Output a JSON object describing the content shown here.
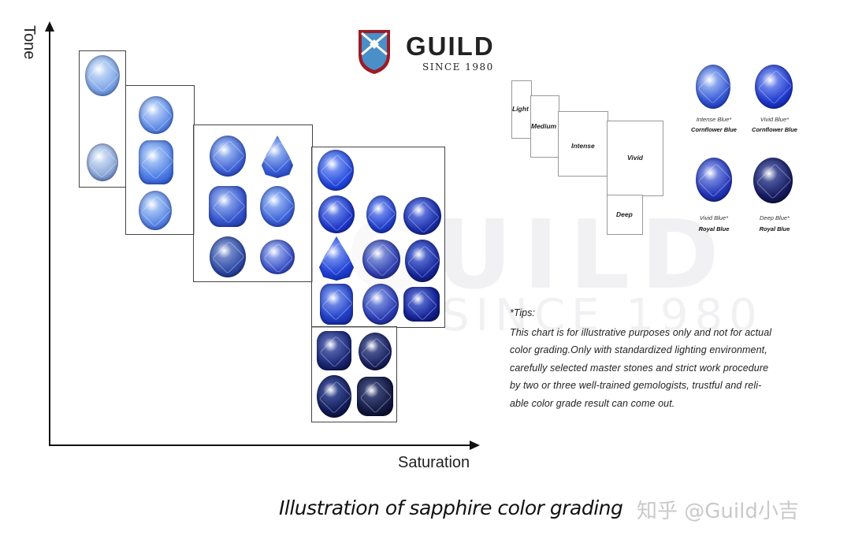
{
  "watermark": {
    "word": "GUILD",
    "since": "SINCE 1980"
  },
  "logo": {
    "name": "GUILD",
    "since": "SINCE 1980"
  },
  "axes": {
    "y_label": "Tone",
    "x_label": "Saturation"
  },
  "legend": {
    "levels": [
      "Light",
      "Medium",
      "Intense",
      "Vivid",
      "Deep"
    ],
    "stones": [
      {
        "line1": "Intense Blue*",
        "line2": "Cornflower Blue"
      },
      {
        "line1": "Vivid Blue*",
        "line2": "Cornflower Blue"
      },
      {
        "line1": "Vivid Blue*",
        "line2": "Royal Blue"
      },
      {
        "line1": "Deep Blue*",
        "line2": "Royal Blue"
      }
    ]
  },
  "tips": {
    "heading": "*Tips:",
    "lines": [
      "This chart is for illustrative purposes only and not for actual",
      "color grading.Only with standardized lighting environment,",
      "carefully selected master stones and strict work procedure",
      "by two or three well-trained gemologists, trustful and reli-",
      "able color grade result can come out."
    ]
  },
  "footer": {
    "title": "Illustration of sapphire color grading",
    "credit": "知乎 @Guild小吉"
  },
  "colors": {
    "light": "#7fa6e6",
    "medium": "#3f72e0",
    "intense": "#2a56d4",
    "vivid": "#1a3ac8",
    "deep": "#0b1a5a"
  }
}
